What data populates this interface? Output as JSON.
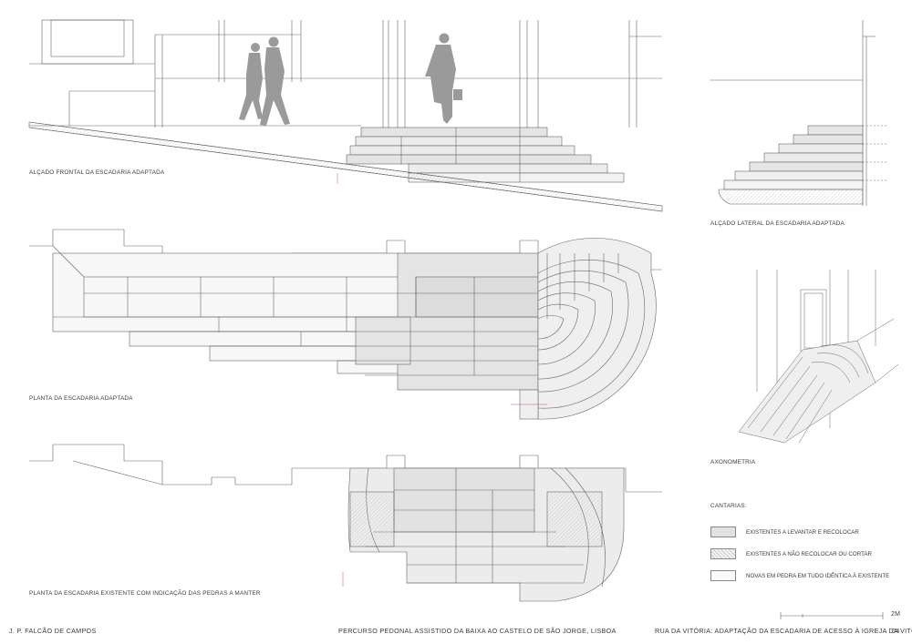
{
  "views": {
    "front_elevation": "ALÇADO FRONTAL DA ESCADARIA ADAPTADA",
    "side_elevation": "ALÇADO LATERAL DA ESCADARIA ADAPTADA",
    "plan_adapted": "PLANTA DA ESCADARIA ADAPTADA",
    "plan_existing": "PLANTA DA ESCADARIA EXISTENTE COM INDICAÇÃO DAS PEDRAS A MANTER",
    "axonometry": "AXONOMETRIA"
  },
  "legend": {
    "title": "CANTARIAS:",
    "items": [
      {
        "label": "EXISTENTES A LEVANTAR E RECOLOCAR",
        "fill": "#e2e2e2"
      },
      {
        "label": "EXISTENTES A NÃO RECOLOCAR OU CORTAR",
        "fill": "#f0f0f0"
      },
      {
        "label": "NOVAS EM PEDRA EM TUDO IDÊNTICA À EXISTENTE",
        "fill": "#fafafa"
      }
    ]
  },
  "scale": {
    "label": "2M"
  },
  "footer": {
    "author": "J. P. FALCÃO DE CAMPOS",
    "project": "PERCURSO PEDONAL ASSISTIDO DA BAIXA AO CASTELO DE SÃO JORGE, LISBOA",
    "sheet_title": "RUA DA VITÓRIA: ADAPTAÇÃO DA ESCADARIA DE ACESSO À IGREJA DA VITÓRIA",
    "sheet_number": "04"
  },
  "colors": {
    "line": "#555555",
    "tone_dark": "#dcdcdc",
    "tone_mid": "#ebebeb",
    "tone_light": "#f7f7f7",
    "figure": "#9a9a9a"
  }
}
